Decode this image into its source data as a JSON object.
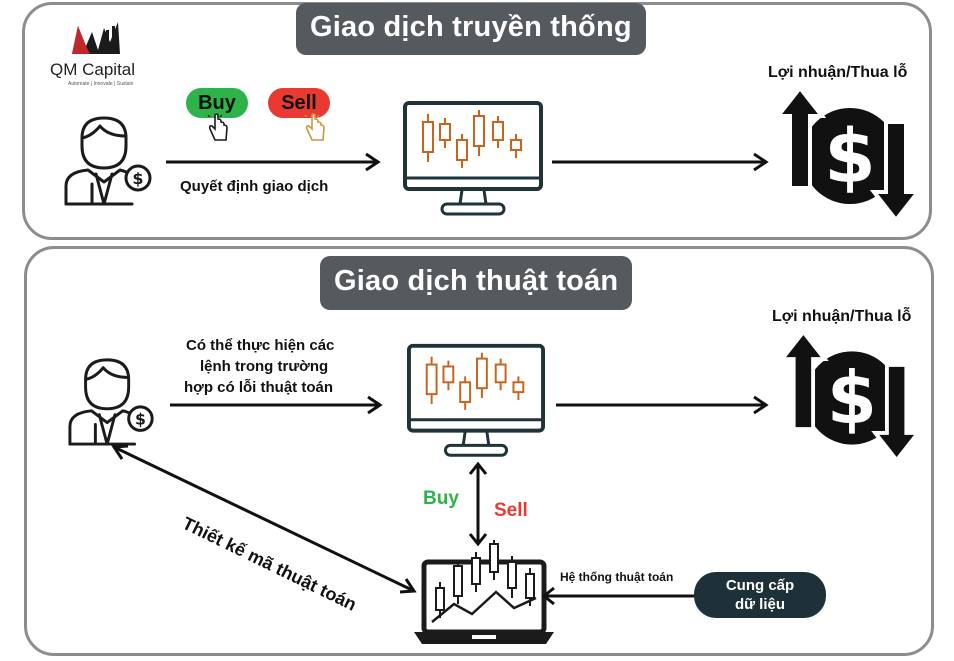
{
  "brand": {
    "name": "QM Capital",
    "tagline": "Automate | Innovate | Sustain"
  },
  "traditional": {
    "title": "Giao dịch truyền thống",
    "buy_label": "Buy",
    "sell_label": "Sell",
    "decision_label": "Quyết định giao dịch",
    "profit_loss_label": "Lợi nhuận/Thua lỗ"
  },
  "algorithmic": {
    "title": "Giao dịch thuật toán",
    "error_note": [
      "Có thể thực hiện các",
      "lệnh trong trường",
      "hợp có lỗi thuật toán"
    ],
    "profit_loss_label": "Lợi nhuận/Thua lỗ",
    "buy_label": "Buy",
    "sell_label": "Sell",
    "design_label": "Thiết kế mã thuật toán",
    "system_label": "Hệ thống thuật toán",
    "data_button": [
      "Cung cấp",
      "dữ liệu"
    ]
  },
  "colors": {
    "buy_green": "#2db34a",
    "sell_red": "#e83a30",
    "candle_orange": "#c8641e",
    "monitor_dark": "#1f3438",
    "pill_gray": "#555a5e",
    "data_button_bg": "#1e3138"
  }
}
